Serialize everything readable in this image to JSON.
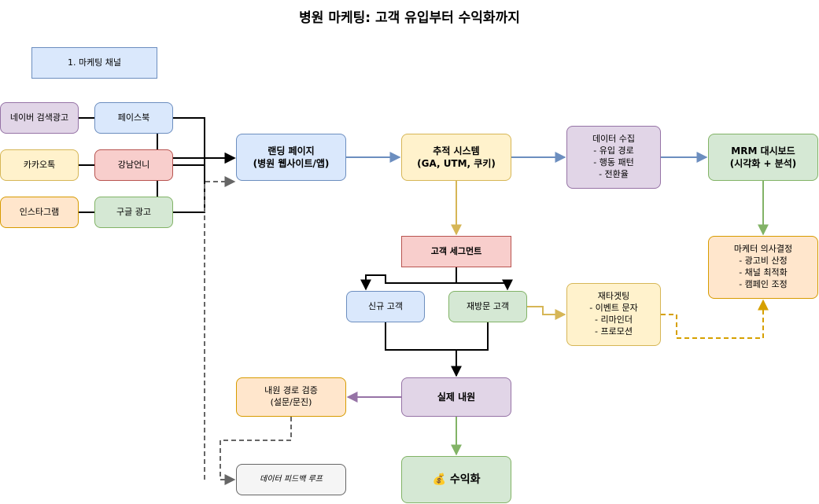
{
  "title": "병원 마케팅: 고객 유입부터 수익화까지",
  "nodes": {
    "section_channels": "1. 마케팅 채널",
    "naver": "네이버 검색광고",
    "facebook": "페이스북",
    "kakao": "카카오톡",
    "gangnam": "강남언니",
    "instagram": "인스타그램",
    "google": "구글 광고",
    "landing": "랜딩 페이지\n(병원 웹사이트/앱)",
    "tracking": "추적 시스템\n(GA, UTM, 쿠키)",
    "data_collect": "데이터 수집\n- 유입 경로\n- 행동 패턴\n- 전환율",
    "mrm": "MRM 대시보드\n(시각화 + 분석)",
    "segment": "고객 세그먼트",
    "new_customer": "신규 고객",
    "returning_customer": "재방문 고객",
    "retargeting": "재타겟팅\n- 이벤트 문자\n- 리마인더\n- 프로모션",
    "marketer_decision": "마케터 의사결정\n- 광고비 산정\n- 채널 최적화\n- 캠페인 조정",
    "visit": "실제 내원",
    "route_verify": "내원 경로 검증\n(설문/문진)",
    "feedback_loop": "데이터 피드백 루프",
    "revenue": "💰 수익화"
  },
  "colors": {
    "edge_black": "#000000",
    "edge_blue": "#6c8ebf",
    "edge_yellow": "#d6b656",
    "edge_green": "#82b366",
    "edge_purple": "#9673a6",
    "edge_gray": "#666666",
    "edge_orange": "#d6a000"
  }
}
